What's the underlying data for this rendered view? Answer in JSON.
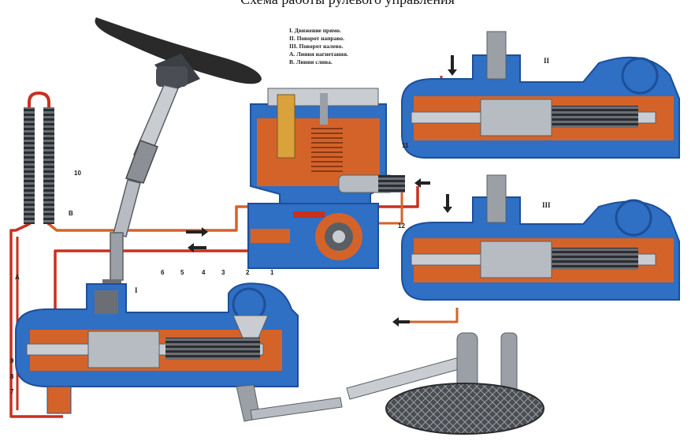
{
  "title": "Схема работы рулевого управления",
  "legend": [
    "I. Движение прямо.",
    "II. Поворот направо.",
    "III. Поворот налево.",
    "A. Линия нагнетания.",
    "B. Линия слива."
  ],
  "part_labels": [
    "1",
    "2",
    "3",
    "4",
    "5",
    "6",
    "7",
    "8",
    "9",
    "10",
    "11",
    "12"
  ],
  "line_labels": {
    "pressure": "A",
    "return": "B"
  },
  "mode_labels": {
    "straight": "I",
    "right": "II",
    "left": "III"
  },
  "colors": {
    "body_blue": "#2f6fc4",
    "body_blue_dark": "#1d4f99",
    "oil_orange": "#d4632a",
    "oil_red": "#c8301e",
    "metal_light": "#c9cdd2",
    "metal_dark": "#5a5f66",
    "wheel_dark": "#2a2a2a",
    "tire": "#3a3a3a",
    "arrow": "#222222"
  }
}
